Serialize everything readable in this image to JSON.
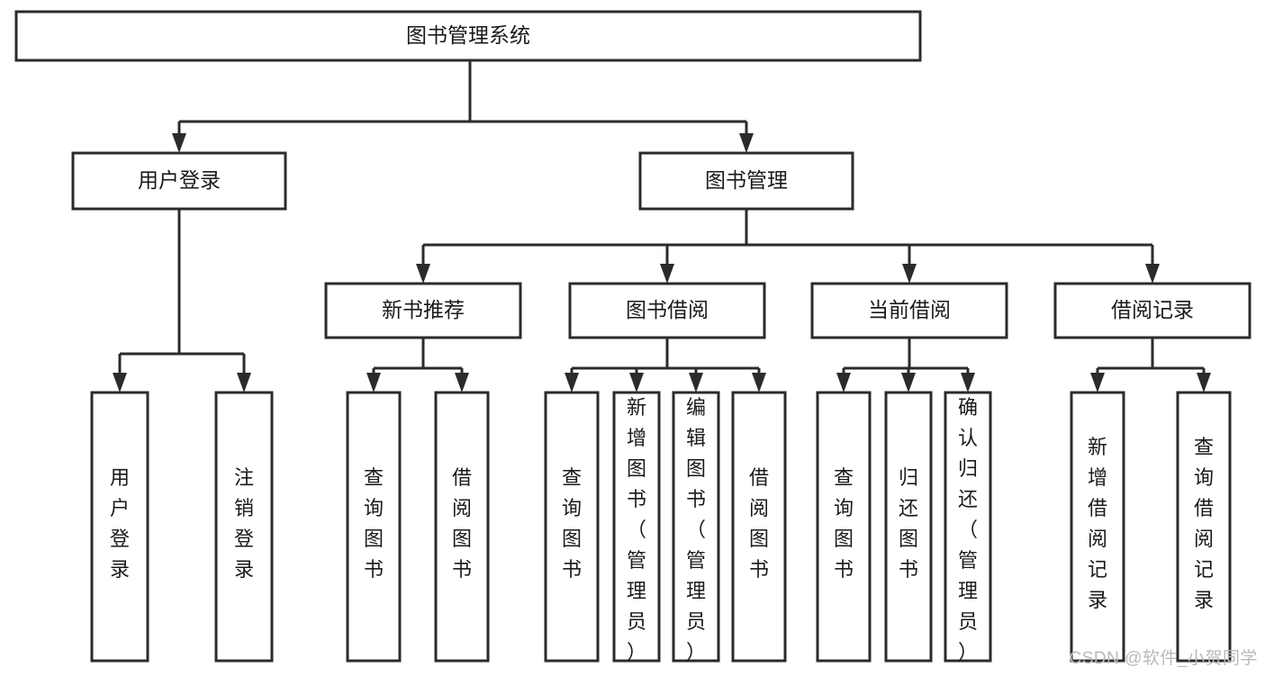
{
  "diagram": {
    "title": "图书管理系统",
    "type": "tree-hierarchy-chart",
    "background_color": "#ffffff",
    "box_stroke_color": "#2b2b2b",
    "box_fill_color": "#ffffff",
    "text_color": "#1a1a1a"
  },
  "nodes": {
    "root": {
      "label": "图书管理系统",
      "level": 1,
      "orientation": "horizontal"
    },
    "l2": [
      {
        "id": "user-login",
        "label": "用户登录",
        "level": 2,
        "orientation": "horizontal"
      },
      {
        "id": "book-management",
        "label": "图书管理",
        "level": 2,
        "orientation": "horizontal"
      }
    ],
    "l3": [
      {
        "id": "new-book-recommend",
        "label": "新书推荐",
        "level": 3,
        "orientation": "horizontal"
      },
      {
        "id": "book-borrow",
        "label": "图书借阅",
        "level": 3,
        "orientation": "horizontal"
      },
      {
        "id": "current-borrow",
        "label": "当前借阅",
        "level": 3,
        "orientation": "horizontal"
      },
      {
        "id": "borrow-record",
        "label": "借阅记录",
        "level": 3,
        "orientation": "horizontal"
      }
    ],
    "leaves": [
      {
        "id": "leaf-user-login",
        "label": "用户登录",
        "parent": "user-login",
        "orientation": "vertical"
      },
      {
        "id": "leaf-logout-login",
        "label": "注销登录",
        "parent": "user-login",
        "orientation": "vertical"
      },
      {
        "id": "leaf-query-book-1",
        "label": "查询图书",
        "parent": "new-book-recommend",
        "orientation": "vertical"
      },
      {
        "id": "leaf-borrow-book-1",
        "label": "借阅图书",
        "parent": "new-book-recommend",
        "orientation": "vertical"
      },
      {
        "id": "leaf-query-book-2",
        "label": "查询图书",
        "parent": "book-borrow",
        "orientation": "vertical"
      },
      {
        "id": "leaf-add-book",
        "label": "新增图书（管理员）",
        "parent": "book-borrow",
        "orientation": "vertical"
      },
      {
        "id": "leaf-edit-book",
        "label": "编辑图书（管理员）",
        "parent": "book-borrow",
        "orientation": "vertical"
      },
      {
        "id": "leaf-borrow-book-2",
        "label": "借阅图书",
        "parent": "book-borrow",
        "orientation": "vertical"
      },
      {
        "id": "leaf-query-book-3",
        "label": "查询图书",
        "parent": "current-borrow",
        "orientation": "vertical"
      },
      {
        "id": "leaf-return-book",
        "label": "归还图书",
        "parent": "current-borrow",
        "orientation": "vertical"
      },
      {
        "id": "leaf-confirm-return",
        "label": "确认归还（管理员）",
        "parent": "current-borrow",
        "orientation": "vertical"
      },
      {
        "id": "leaf-add-record",
        "label": "新增借阅记录",
        "parent": "borrow-record",
        "orientation": "vertical"
      },
      {
        "id": "leaf-query-record",
        "label": "查询借阅记录",
        "parent": "borrow-record",
        "orientation": "vertical"
      }
    ]
  },
  "watermark": {
    "text": "CSDN @软件_小贺同学",
    "color": "#b9b9b9"
  }
}
